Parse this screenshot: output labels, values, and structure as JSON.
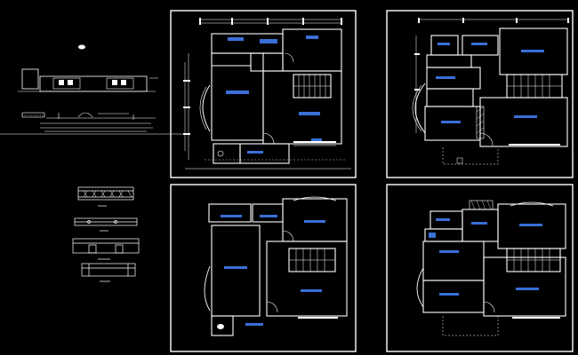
{
  "canvas": {
    "background": "#000000"
  },
  "colors": {
    "line": "#ffffff",
    "room_label_fill": "#3a6fd8",
    "room_label_text": "#cfe0ff",
    "hatch": "#ffffff"
  },
  "sheets": [
    {
      "id": "plan-top-left"
    },
    {
      "id": "plan-top-right"
    },
    {
      "id": "plan-bottom-left"
    },
    {
      "id": "plan-bottom-right"
    }
  ],
  "room_labels": [
    {
      "sheet": "plan-top-left",
      "text": ""
    },
    {
      "sheet": "plan-top-right",
      "text": ""
    },
    {
      "sheet": "plan-bottom-left",
      "text": ""
    },
    {
      "sheet": "plan-bottom-right",
      "text": ""
    }
  ]
}
